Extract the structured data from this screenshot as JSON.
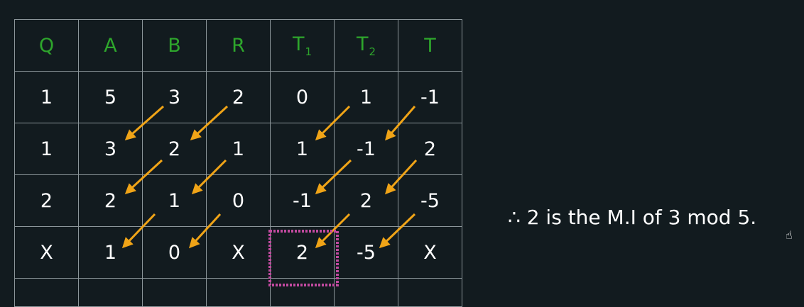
{
  "table": {
    "headers": [
      {
        "main": "Q",
        "sub": ""
      },
      {
        "main": "A",
        "sub": ""
      },
      {
        "main": "B",
        "sub": ""
      },
      {
        "main": "R",
        "sub": ""
      },
      {
        "main": "T",
        "sub": "1"
      },
      {
        "main": "T",
        "sub": "2"
      },
      {
        "main": "T",
        "sub": ""
      }
    ],
    "rows": [
      [
        "1",
        "5",
        "3",
        "2",
        "0",
        "1",
        "-1"
      ],
      [
        "1",
        "3",
        "2",
        "1",
        "1",
        "-1",
        "2"
      ],
      [
        "2",
        "2",
        "1",
        "0",
        "-1",
        "2",
        "-5"
      ],
      [
        "X",
        "1",
        "0",
        "X",
        "2",
        "-5",
        "X"
      ]
    ],
    "highlight_cell": {
      "row": 3,
      "col": 4
    }
  },
  "conclusion": "∴ 2 is the M.I of 3 mod 5.",
  "colors": {
    "background": "#121b1f",
    "header_text": "#2ea62c",
    "cell_text": "#ffffff",
    "grid_line": "#8b9599",
    "arrow": "#f0a417"
  },
  "icons": {
    "pointer": "hand-pointer-icon"
  }
}
